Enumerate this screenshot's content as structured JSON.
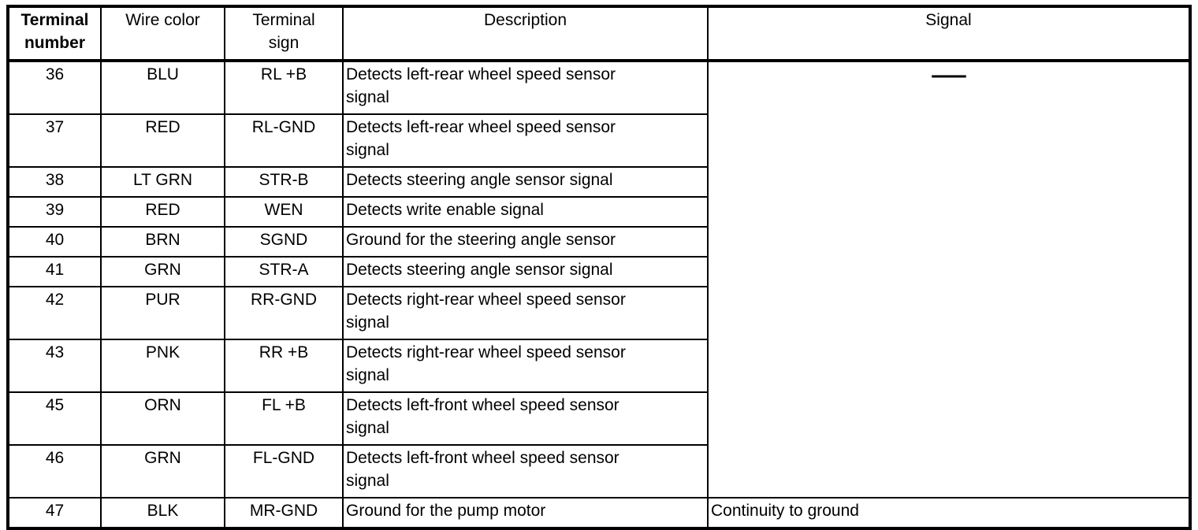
{
  "table": {
    "columns": [
      {
        "key": "terminal",
        "label": "Terminal\nnumber"
      },
      {
        "key": "wire",
        "label": "Wire color"
      },
      {
        "key": "sign",
        "label": "Terminal\nsign"
      },
      {
        "key": "description",
        "label": "Description"
      },
      {
        "key": "signal",
        "label": "Signal"
      }
    ],
    "merged_signal": {
      "applies_to_terminals": "36-46",
      "value": "—"
    },
    "rows": [
      {
        "terminal": "36",
        "wire": "BLU",
        "sign": "RL +B",
        "description": "Detects left-rear wheel speed sensor\nsignal"
      },
      {
        "terminal": "37",
        "wire": "RED",
        "sign": "RL-GND",
        "description": "Detects left-rear wheel speed sensor\nsignal"
      },
      {
        "terminal": "38",
        "wire": "LT GRN",
        "sign": "STR-B",
        "description": "Detects steering angle sensor signal"
      },
      {
        "terminal": "39",
        "wire": "RED",
        "sign": "WEN",
        "description": "Detects write enable signal"
      },
      {
        "terminal": "40",
        "wire": "BRN",
        "sign": "SGND",
        "description": "Ground for the steering angle sensor"
      },
      {
        "terminal": "41",
        "wire": "GRN",
        "sign": "STR-A",
        "description": "Detects steering angle sensor signal"
      },
      {
        "terminal": "42",
        "wire": "PUR",
        "sign": "RR-GND",
        "description": "Detects right-rear wheel speed sensor\nsignal"
      },
      {
        "terminal": "43",
        "wire": "PNK",
        "sign": "RR +B",
        "description": "Detects right-rear wheel speed sensor\nsignal"
      },
      {
        "terminal": "45",
        "wire": "ORN",
        "sign": "FL +B",
        "description": "Detects left-front wheel speed sensor\nsignal"
      },
      {
        "terminal": "46",
        "wire": "GRN",
        "sign": "FL-GND",
        "description": "Detects left-front wheel speed sensor\nsignal"
      },
      {
        "terminal": "47",
        "wire": "BLK",
        "sign": "MR-GND",
        "description": "Ground for the pump motor",
        "signal": "Continuity to ground"
      }
    ],
    "colors": {
      "text": "#000000",
      "border": "#000000",
      "background": "#ffffff"
    }
  }
}
